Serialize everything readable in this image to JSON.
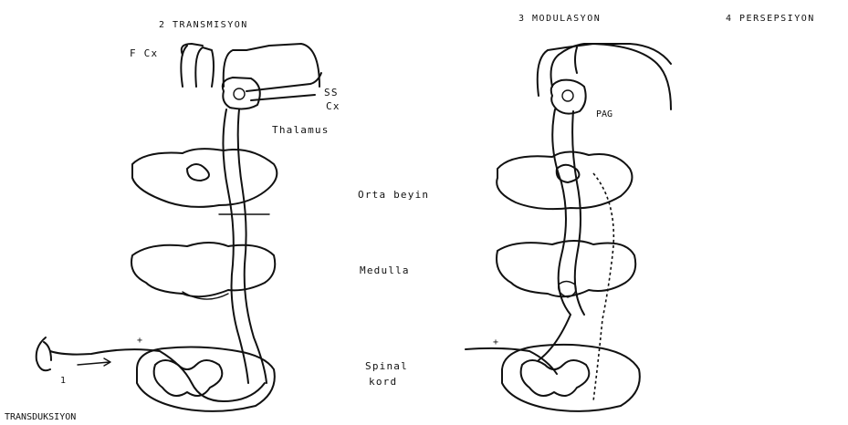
{
  "headings": {
    "transmission": "2 TRANSMISYON",
    "modulation": "3 MODULASYON",
    "perception": "4 PERSEPSIYON",
    "transduction": "TRANSDUKSIYON"
  },
  "structure_labels": {
    "frontal_cortex": "F Cx",
    "ss_cortex_line1": "SS",
    "ss_cortex_line2": "Cx",
    "thalamus": "Thalamus",
    "midbrain": "Orta beyin",
    "medulla": "Medulla",
    "spinal_cord_line1": "Spinal",
    "spinal_cord_line2": "kord",
    "pag": "PAG"
  },
  "markers": {
    "stimulus": "1",
    "plus_left": "+",
    "plus_right": "+"
  }
}
